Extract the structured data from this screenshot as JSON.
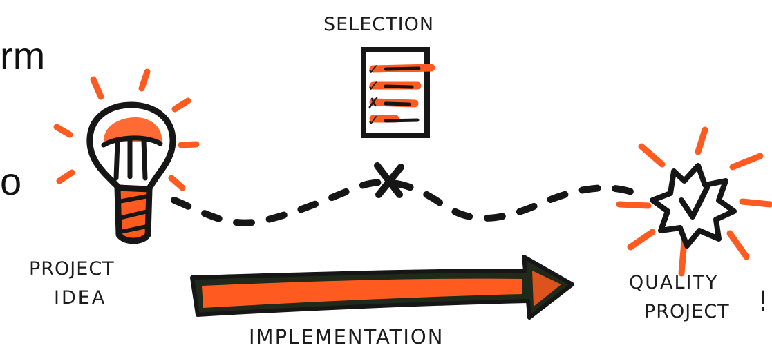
{
  "side_text": {
    "line1": "rm",
    "line2": "o"
  },
  "labels": {
    "selection": "SELECTION",
    "project_idea_line1": "PROJECT",
    "project_idea_line2": "IDEA",
    "quality_project_line1": "QUALITY",
    "quality_project_line2": "PROJECT",
    "exclamation": "!",
    "implementation": "IMPLEMENTATION"
  },
  "checklist": {
    "marks": [
      "✓",
      "✓",
      "✗",
      "✓"
    ]
  },
  "colors": {
    "accent": "#ff5a1f",
    "ink": "#161616",
    "arrow_dark": "#1f2a1a"
  },
  "icons": {
    "idea": "lightbulb-icon",
    "selection": "checklist-icon",
    "quality": "checkmark-badge-icon",
    "path_marker": "cross-mark-icon",
    "implementation": "arrow-icon"
  }
}
